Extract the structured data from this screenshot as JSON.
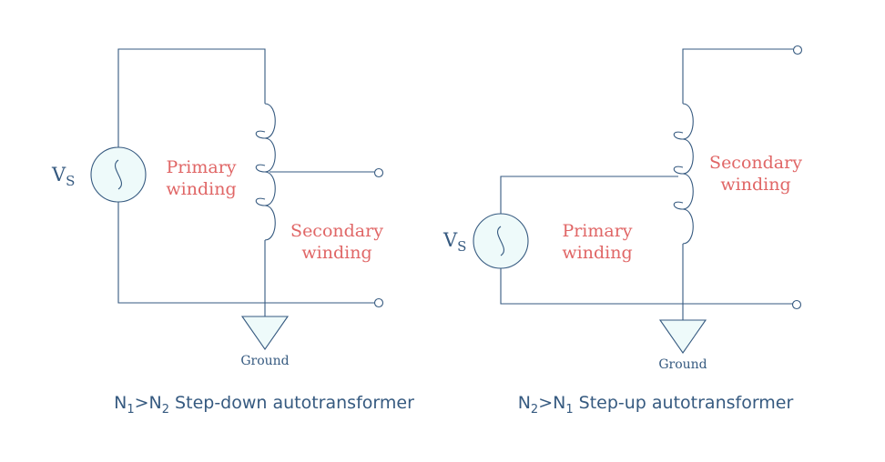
{
  "left": {
    "source_label": "V",
    "source_subscript": "S",
    "primary_label_line1": "Primary",
    "primary_label_line2": "winding",
    "secondary_label_line1": "Secondary",
    "secondary_label_line2": "winding",
    "ground_label": "Ground",
    "caption": {
      "n_a": "N",
      "sub_a": "1",
      "gt": ">",
      "n_b": "N",
      "sub_b": "2",
      "text": " Step-down autotransformer"
    }
  },
  "right": {
    "source_label": "V",
    "source_subscript": "S",
    "primary_label_line1": "Primary",
    "primary_label_line2": "winding",
    "secondary_label_line1": "Secondary",
    "secondary_label_line2": "winding",
    "ground_label": "Ground",
    "caption": {
      "n_a": "N",
      "sub_a": "2",
      "gt": ">",
      "n_b": "N",
      "sub_b": "1",
      "text": " Step-up autotransformer"
    }
  },
  "colors": {
    "wire": "#365a80",
    "winding_label": "#e06666",
    "fill": "#eefafa"
  }
}
